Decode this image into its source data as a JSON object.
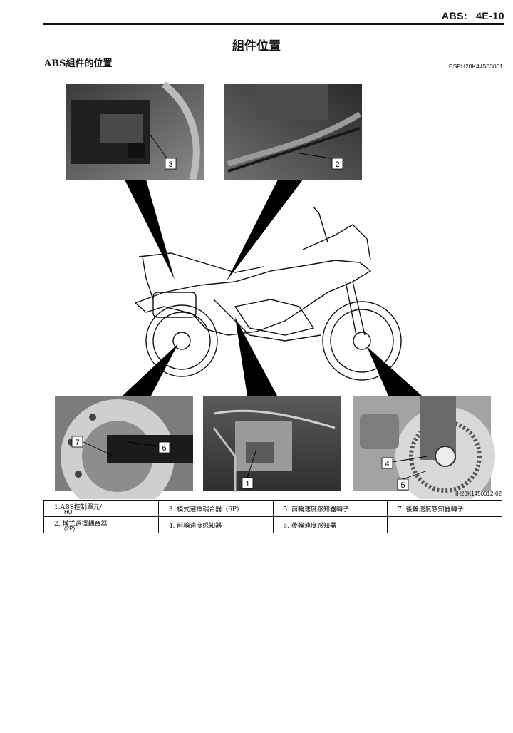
{
  "header": {
    "section": "ABS:",
    "page": "4E-10"
  },
  "title": "組件位置",
  "subtitle": "ABS組件的位置",
  "doc_code": "BSPH28K44503001",
  "figure_id": "IH28K1450012-02",
  "callouts": [
    "1",
    "2",
    "3",
    "4",
    "5",
    "6",
    "7"
  ],
  "legend": [
    [
      {
        "text": "1.ABS控制單元/",
        "sub": "HU"
      },
      {
        "text": "3. 模式選擇耦合器（6P）"
      },
      {
        "text": "5. 前輪速度感知器轉子"
      },
      {
        "text": "7. 後輪速度感知器轉子"
      }
    ],
    [
      {
        "text": "2. 模式選擇耦合器",
        "sub": "(2P)"
      },
      {
        "text": "4. 前輪速度感知器"
      },
      {
        "text": "6. 後輪速度感知器"
      },
      {
        "text": ""
      }
    ]
  ]
}
